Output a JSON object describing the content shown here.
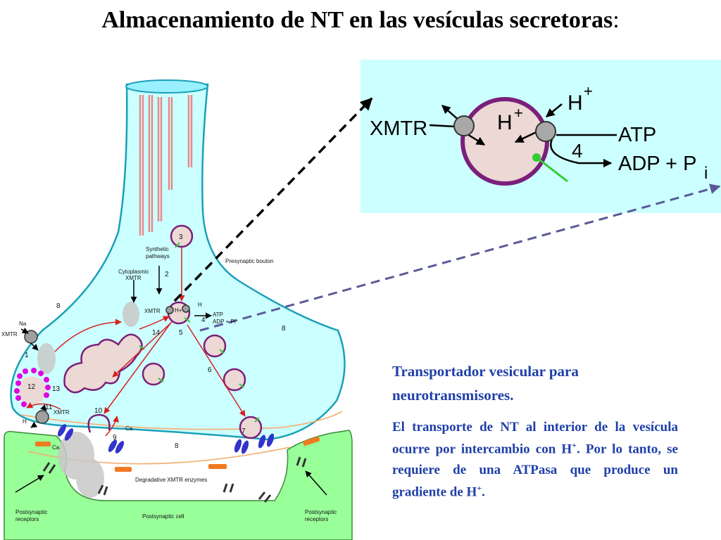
{
  "title": {
    "main": "Almacenamiento de NT en las vesículas secretoras",
    "colon": ":"
  },
  "zoom_labels": {
    "xmtr": "XMTR",
    "h": "H",
    "plus": "+",
    "atp": "ATP",
    "adp": "ADP + P",
    "pi_sub": "i",
    "step": "4"
  },
  "diagram_labels": {
    "synthetic": "Synthetic",
    "pathways": "pathways",
    "cytoplasmic": "Cytoplasmic",
    "cyto_xmtr": "XMTR",
    "presynaptic_bouton": "Presynaptic bouton",
    "xmtr": "XMTR",
    "h_plus": "H+",
    "h": "H",
    "atp": "ATP",
    "adp": "ADP + Pi",
    "na": "Na",
    "ca": "Ca",
    "ca2": "Ca",
    "degradative": "Degradative XMTR enzymes",
    "postsynaptic_cell": "Postsynaptic cell",
    "postsynaptic_receptors": "Postsynaptic",
    "receptors": "receptors",
    "n1": "1",
    "n2": "2",
    "n3": "3",
    "n4": "4",
    "n5": "5",
    "n6": "6",
    "n7": "7",
    "n8a": "8",
    "n8b": "8",
    "n8c": "8",
    "n9": "9",
    "n10": "10",
    "n11": "11",
    "n12": "12",
    "n13": "13",
    "n14": "14"
  },
  "text": {
    "heading": "Transportador vesicular para neurotransmisores.",
    "body_1": "El transporte de NT al interior de la vesícula ocurre por intercambio con H",
    "sup_1": "+",
    "body_2": ". Por lo tanto, se requiere de una ATPasa que produce un gradiente de H",
    "sup_2": "+",
    "body_3": "."
  },
  "colors": {
    "cytoplasm": "#ccffff",
    "postsynaptic": "#99ff99",
    "vesicle_border": "#7b1f7b",
    "vesicle_fill": "#ecd8d4",
    "text_blue": "#1f3fa8",
    "enzyme": "#f07a20",
    "receptor": "#3333cc",
    "red_arrow": "#d62020"
  }
}
